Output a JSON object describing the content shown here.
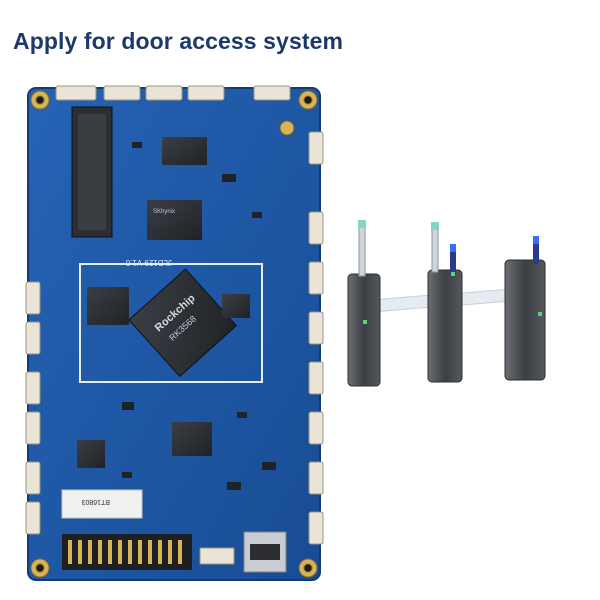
{
  "title": "Apply for door access system",
  "board": {
    "brand": "Rockchip",
    "chip": "RK3568",
    "model_label": "JLD129 V1.0",
    "sticker_label": "BT16803",
    "memory_label": "SKhynix",
    "board_color": "#1e5aa8",
    "accent_color": "#c9a44a"
  },
  "turnstile": {
    "unit_count": 3,
    "body_color": "#4a4d52",
    "indicator_color": "#3a6cff"
  },
  "colors": {
    "title": "#1b3a6b",
    "background": "#ffffff"
  }
}
